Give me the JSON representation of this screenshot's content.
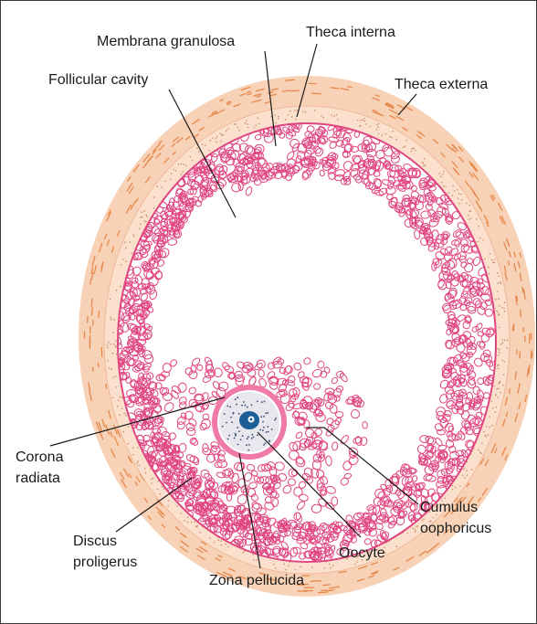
{
  "labels": {
    "membrana_granulosa": "Membrana granulosa",
    "theca_interna": "Theca interna",
    "follicular_cavity": "Follicular cavity",
    "theca_externa": "Theca externa",
    "corona_radiata_line1": "Corona",
    "corona_radiata_line2": "radiata",
    "discus_proligerus_line1": "Discus",
    "discus_proligerus_line2": "proligerus",
    "cumulus_oophoricus_line1": "Cumulus",
    "cumulus_oophoricus_line2": "oophoricus",
    "oocyte": "Oocyte",
    "zona_pellucida": "Zona pellucida"
  },
  "colors": {
    "theca_externa": "#f7d2b6",
    "theca_externa_dash": "#e7884c",
    "theca_interna": "#fbe1cd",
    "granulosa_cell": "#e0457f",
    "zona_pellucida": "#ef7aa6",
    "oocyte_cytoplasm": "#e8e7ee",
    "nucleus": "#1b5f96",
    "leader_line": "#1a1a1a"
  }
}
